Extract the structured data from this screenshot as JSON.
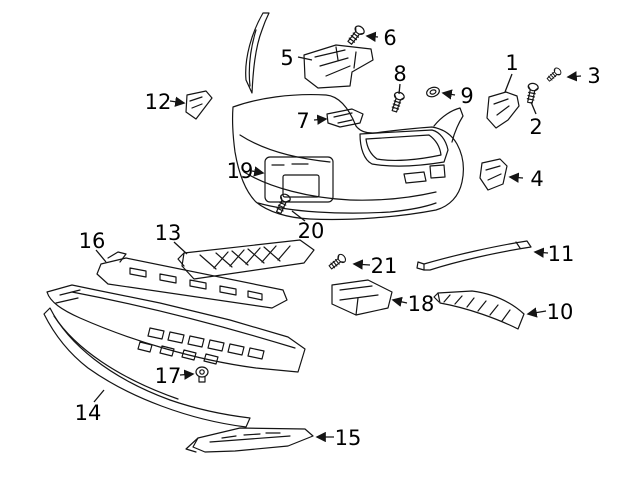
{
  "colors": {
    "line": "#141414",
    "label": "#000000",
    "background": "#ffffff"
  },
  "callouts": [
    {
      "label": "1"
    },
    {
      "label": "2"
    },
    {
      "label": "3"
    },
    {
      "label": "4"
    },
    {
      "label": "5"
    },
    {
      "label": "6"
    },
    {
      "label": "7"
    },
    {
      "label": "8"
    },
    {
      "label": "9"
    },
    {
      "label": "10"
    },
    {
      "label": "11"
    },
    {
      "label": "12"
    },
    {
      "label": "13"
    },
    {
      "label": "14"
    },
    {
      "label": "15"
    },
    {
      "label": "16"
    },
    {
      "label": "17"
    },
    {
      "label": "18"
    },
    {
      "label": "19"
    },
    {
      "label": "20"
    },
    {
      "label": "21"
    }
  ]
}
